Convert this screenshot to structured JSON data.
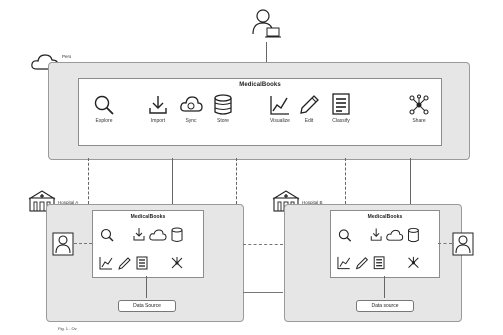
{
  "diagram": {
    "top_panel": {
      "label": "Pers",
      "title": "MedicalBooks",
      "tools": [
        {
          "label": "Explore",
          "icon": "magnifier-icon"
        },
        {
          "label": "Import",
          "icon": "download-icon"
        },
        {
          "label": "Sync",
          "icon": "cloud-sync-icon"
        },
        {
          "label": "Store",
          "icon": "database-icon"
        },
        {
          "label": "Visualize",
          "icon": "line-chart-icon"
        },
        {
          "label": "Edit",
          "icon": "pencil-icon"
        },
        {
          "label": "Classify",
          "icon": "document-list-icon"
        },
        {
          "label": "Share",
          "icon": "network-icon"
        }
      ]
    },
    "left_site": {
      "label": "Hospital A",
      "title": "MedicalBooks",
      "data_label": "Data Source"
    },
    "right_site": {
      "label": "Hospital B",
      "title": "MedicalBooks",
      "data_label": "Data source"
    },
    "footer_label": "Fig. 1 - Ov"
  }
}
